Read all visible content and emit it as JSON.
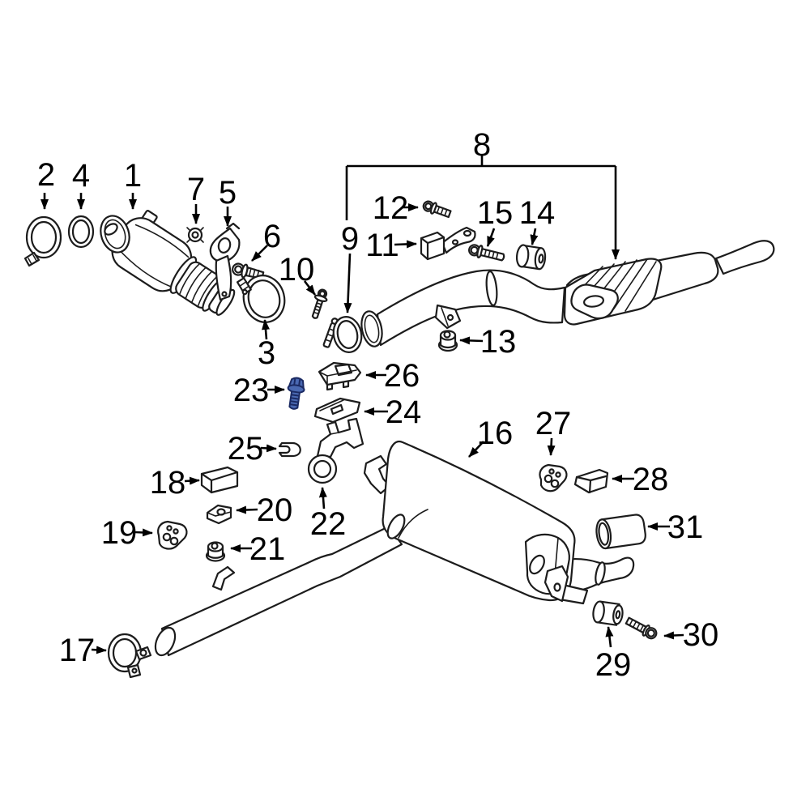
{
  "diagram": {
    "type": "exploded-parts-diagram",
    "subject": "exhaust-system",
    "line_color": "#1c1c1c",
    "background_color": "#ffffff"
  },
  "highlight": {
    "part": "23",
    "fill": "#4a69b2",
    "stroke": "#1b2a63"
  },
  "parts": [
    {
      "label": "1",
      "name": "catalytic-converter-downpipe"
    },
    {
      "label": "2",
      "name": "v-band-clamp"
    },
    {
      "label": "3",
      "name": "exhaust-pipe-clamp"
    },
    {
      "label": "4",
      "name": "gasket-ring"
    },
    {
      "label": "5",
      "name": "support-bracket"
    },
    {
      "label": "6",
      "name": "hex-bolt"
    },
    {
      "label": "7",
      "name": "flange-nut"
    },
    {
      "label": "8",
      "name": "center-muffler-assembly"
    },
    {
      "label": "9",
      "name": "gasket-ring"
    },
    {
      "label": "10",
      "name": "hex-bolt"
    },
    {
      "label": "11",
      "name": "rubber-mount-bracket"
    },
    {
      "label": "12",
      "name": "hex-bolt"
    },
    {
      "label": "13",
      "name": "flange-nut"
    },
    {
      "label": "14",
      "name": "rubber-bushing"
    },
    {
      "label": "15",
      "name": "hex-bolt"
    },
    {
      "label": "16",
      "name": "rear-muffler"
    },
    {
      "label": "17",
      "name": "exhaust-clamp"
    },
    {
      "label": "18",
      "name": "support-bracket"
    },
    {
      "label": "19",
      "name": "vibration-damper"
    },
    {
      "label": "20",
      "name": "support-bracket"
    },
    {
      "label": "21",
      "name": "flange-nut"
    },
    {
      "label": "22",
      "name": "hanger-with-grommet"
    },
    {
      "label": "23",
      "name": "hex-flange-bolt-highlighted"
    },
    {
      "label": "24",
      "name": "bracket-plate"
    },
    {
      "label": "25",
      "name": "retaining-clip"
    },
    {
      "label": "26",
      "name": "support-bracket"
    },
    {
      "label": "27",
      "name": "vibration-damper"
    },
    {
      "label": "28",
      "name": "support-bracket"
    },
    {
      "label": "29",
      "name": "rubber-bushing"
    },
    {
      "label": "30",
      "name": "hex-bolt"
    },
    {
      "label": "31",
      "name": "exhaust-tip"
    }
  ]
}
